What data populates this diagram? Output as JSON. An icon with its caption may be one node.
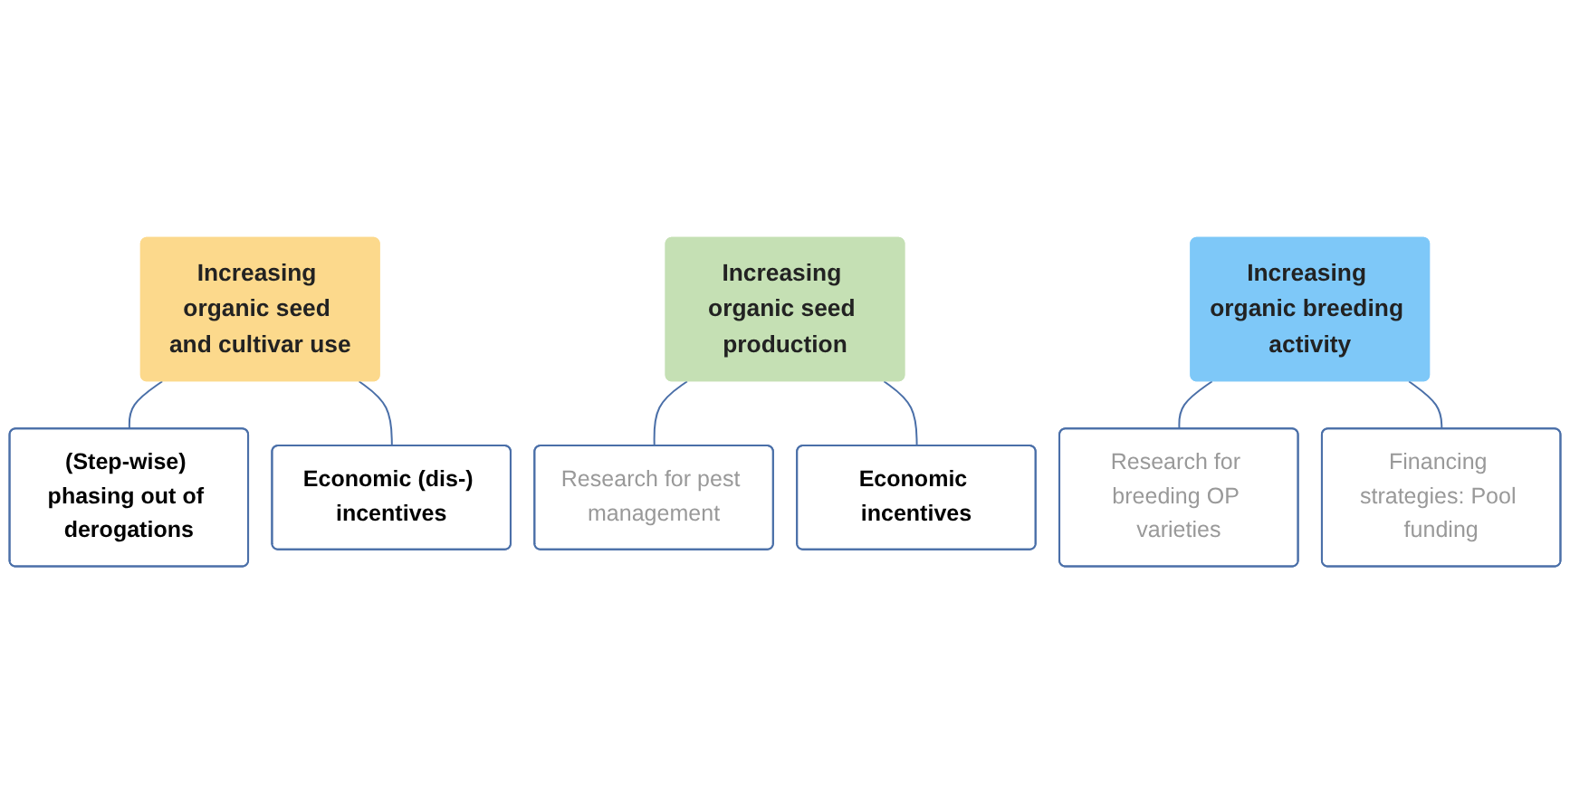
{
  "diagram": {
    "nodes": [
      {
        "text": [
          "Increasing organic seed and cultivar use"
        ]
      },
      {
        "text": [
          "(Step-wise) phasing out of derogations"
        ]
      },
      {
        "text": [
          "Economic (dis-) incentives"
        ]
      },
      {
        "text": [
          "Increasing organic seed production"
        ]
      },
      {
        "text": [
          "Research for pest management"
        ]
      },
      {
        "text": [
          "Economic incentives"
        ]
      },
      {
        "text": [
          "Increasing organic breeding activity"
        ]
      },
      {
        "text": [
          "Research for breeding OP varieties"
        ]
      },
      {
        "text": [
          "Financing strategies: Pool funding"
        ]
      }
    ],
    "edges": [
      {
        "from": 0,
        "to": 1,
        "arrow": "none"
      },
      {
        "from": 0,
        "to": 2,
        "arrow": "none"
      },
      {
        "from": 3,
        "to": 4,
        "arrow": "none"
      },
      {
        "from": 3,
        "to": 5,
        "arrow": "none"
      },
      {
        "from": 6,
        "to": 7,
        "arrow": "none"
      },
      {
        "from": 6,
        "to": 8,
        "arrow": "none"
      }
    ]
  }
}
